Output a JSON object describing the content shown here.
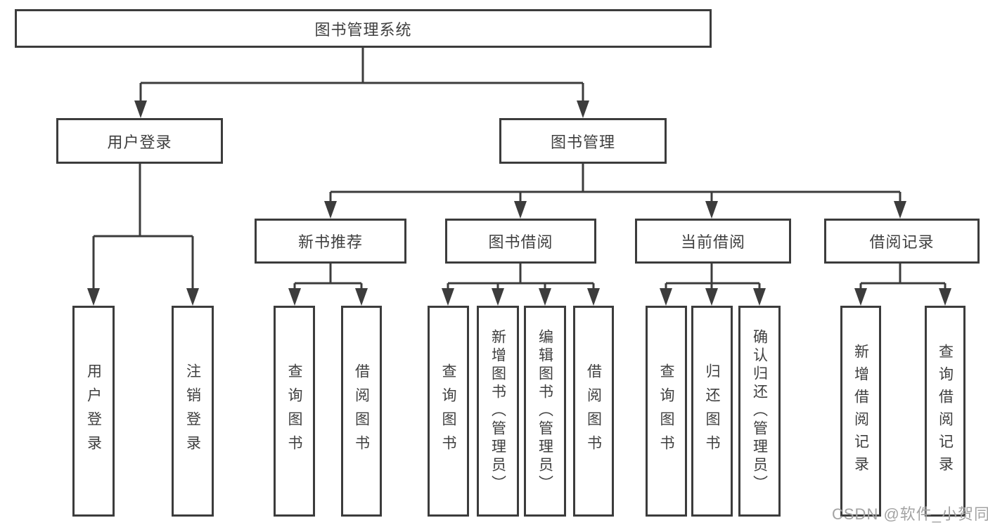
{
  "diagram": {
    "title": "图书管理系统",
    "root": {
      "label": "图书管理系统"
    },
    "level2": [
      {
        "label": "用户登录"
      },
      {
        "label": "图书管理"
      }
    ],
    "level3": [
      {
        "label": "新书推荐",
        "parent": "图书管理"
      },
      {
        "label": "图书借阅",
        "parent": "图书管理"
      },
      {
        "label": "当前借阅",
        "parent": "图书管理"
      },
      {
        "label": "借阅记录",
        "parent": "图书管理"
      }
    ],
    "leaves": [
      {
        "label": "用户登录",
        "parent": "用户登录"
      },
      {
        "label": "注销登录",
        "parent": "用户登录"
      },
      {
        "label": "查询图书",
        "parent": "新书推荐"
      },
      {
        "label": "借阅图书",
        "parent": "新书推荐"
      },
      {
        "label": "查询图书",
        "parent": "图书借阅"
      },
      {
        "label": "新增图书（管理员）",
        "parent": "图书借阅"
      },
      {
        "label": "编辑图书（管理员）",
        "parent": "图书借阅"
      },
      {
        "label": "借阅图书",
        "parent": "图书借阅"
      },
      {
        "label": "查询图书",
        "parent": "当前借阅"
      },
      {
        "label": "归还图书",
        "parent": "当前借阅"
      },
      {
        "label": "确认归还（管理员）",
        "parent": "当前借阅"
      },
      {
        "label": "新增借阅记录",
        "parent": "借阅记录"
      },
      {
        "label": "查询借阅记录",
        "parent": "借阅记录"
      }
    ]
  },
  "watermark": {
    "text": "CSDN @软件_小贺同学"
  },
  "colors": {
    "line": "#3c3c3c",
    "border": "#3c3c3c",
    "text": "#3f3f3f",
    "watermark": "#a3a3a3",
    "background": "#ffffff"
  }
}
